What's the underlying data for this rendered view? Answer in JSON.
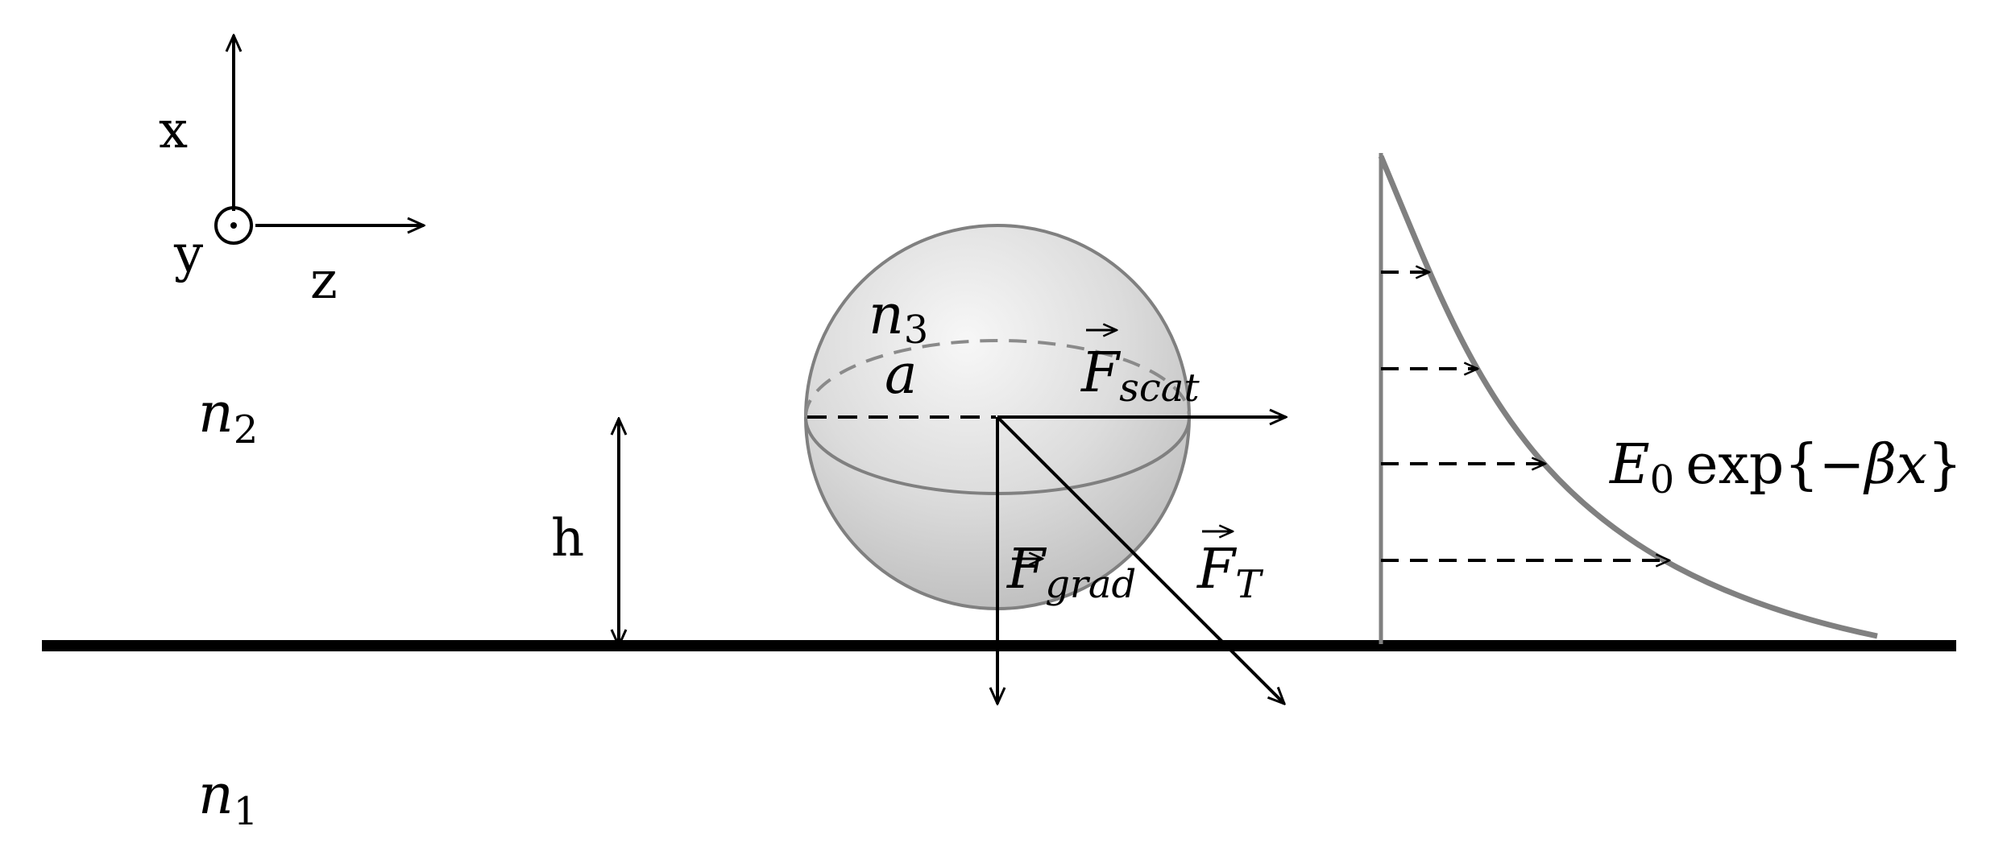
{
  "axes": {
    "x": "x",
    "y": "y",
    "z": "z"
  },
  "media": {
    "upper": "n",
    "upper_sub": "2",
    "lower": "n",
    "lower_sub": "1"
  },
  "particle": {
    "index": "n",
    "index_sub": "3",
    "radius": "a"
  },
  "height": "h",
  "forces": {
    "scat": {
      "symbol": "F",
      "sub": "scat"
    },
    "grad": {
      "symbol": "F",
      "sub": "grad"
    },
    "total": {
      "symbol": "F",
      "sub": "T"
    }
  },
  "field": {
    "amp": "E",
    "amp_sub": "0",
    "func": "exp",
    "open": "{",
    "minus": "−",
    "beta": "β",
    "var": "x",
    "close": "}"
  },
  "colors": {
    "ink": "#000000",
    "curve": "#7f7f7f",
    "sphere_light": "#f4f4f4",
    "sphere_dark": "#bdbdbd"
  }
}
